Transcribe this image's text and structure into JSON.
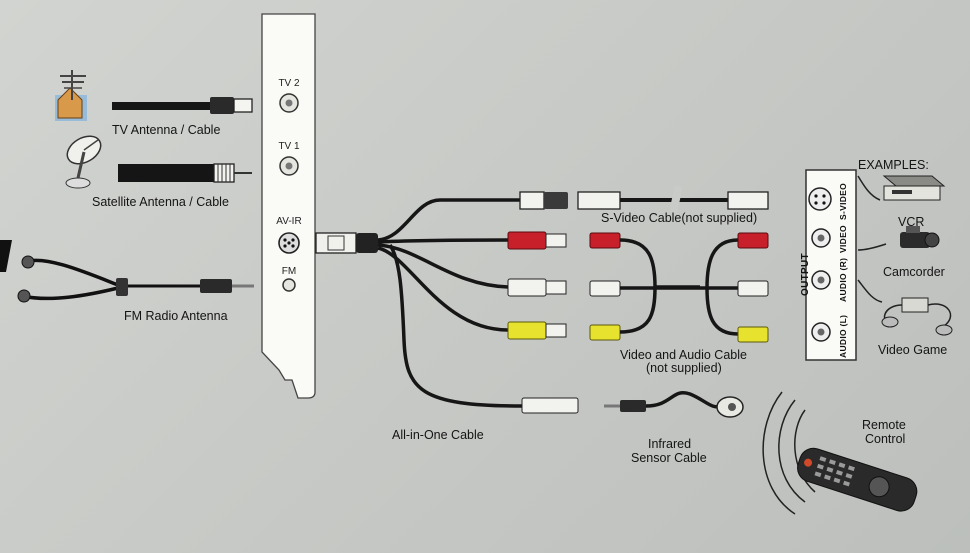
{
  "card": {
    "ports": {
      "tv2": "TV 2",
      "tv1": "TV 1",
      "avir": "AV-IR",
      "fm": "FM"
    }
  },
  "labels": {
    "tv_antenna": "TV Antenna / Cable",
    "satellite": "Satellite Antenna / Cable",
    "fm_antenna": "FM Radio Antenna",
    "svideo_cable": "S-Video Cable(not supplied)",
    "av_cable_1": "Video and Audio Cable",
    "av_cable_2": "(not supplied)",
    "aio_cable": "All-in-One Cable",
    "ir_1": "Infrared",
    "ir_2": "Sensor Cable",
    "remote_1": "Remote",
    "remote_2": "Control",
    "examples": "EXAMPLES:",
    "vcr": "VCR",
    "camcorder": "Camcorder",
    "videogame": "Video Game"
  },
  "output_panel": {
    "output": "OUTPUT",
    "audio_l": "AUDIO (L)",
    "audio_r": "AUDIO (R)",
    "video": "VIDEO",
    "svideo": "S-VIDEO"
  },
  "colors": {
    "red": "#c8202a",
    "white": "#f2f2ee",
    "yellow": "#e7e22e",
    "cable": "#1a1a1a"
  }
}
